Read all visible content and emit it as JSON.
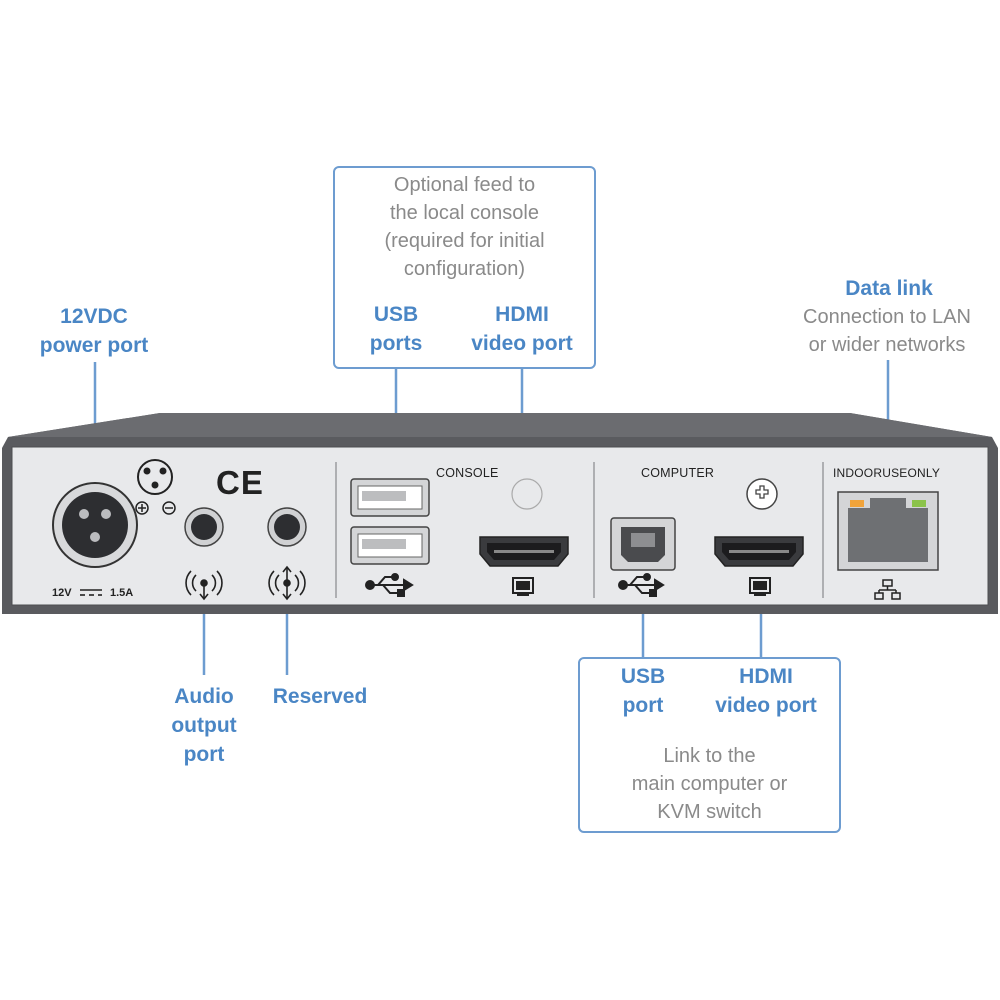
{
  "callouts": {
    "power": {
      "title": "12VDC\npower port"
    },
    "console_box": {
      "desc": "Optional feed to\nthe local console\n(required for initial\nconfiguration)"
    },
    "console_usb": {
      "title": "USB\nports"
    },
    "console_hdmi": {
      "title": "HDMI\nvideo port"
    },
    "data_link": {
      "title": "Data link",
      "desc": "Connection to LAN\nor wider networks"
    },
    "audio": {
      "title": "Audio\noutput\nport"
    },
    "reserved": {
      "title": "Reserved"
    },
    "computer_usb": {
      "title": "USB\nport"
    },
    "computer_hdmi": {
      "title": "HDMI\nvideo port"
    },
    "computer_box": {
      "desc": "Link to the\nmain computer or\nKVM switch"
    }
  },
  "panel": {
    "console_label": "CONSOLE",
    "computer_label": "COMPUTER",
    "network_label": "INDOORUSEONLY",
    "power_rating_voltage": "12V",
    "power_rating_current": "1.5A",
    "ce_mark": "CE"
  },
  "colors": {
    "accent": "#4a86c5",
    "device_body": "#5a5b5f",
    "panel_face": "#e8e9eb",
    "callout_desc": "#8a8a8a"
  },
  "icons": [
    "usb-icon",
    "monitor-icon",
    "network-icon",
    "audio-out-icon",
    "reserved-audio-icon",
    "power-pin-icon",
    "screw-icon"
  ]
}
